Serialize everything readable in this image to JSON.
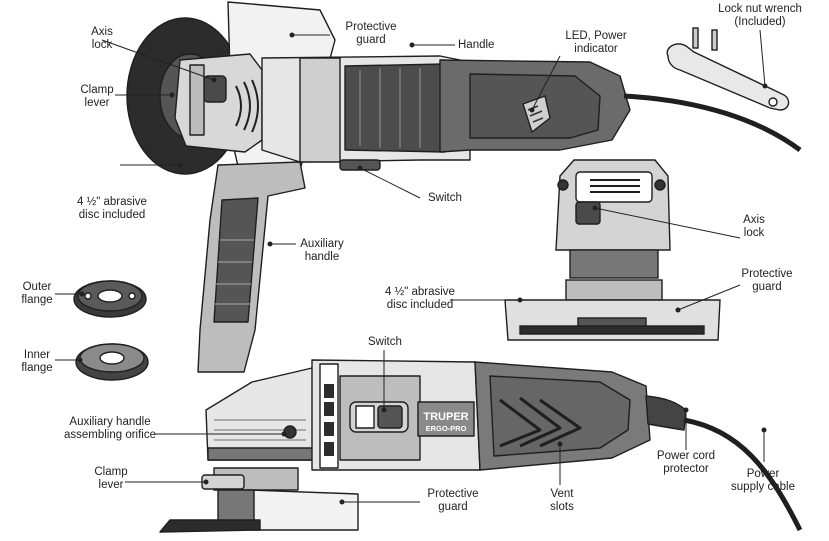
{
  "colors": {
    "line": "#1f1f1f",
    "dark": "#3a3a3a",
    "mid": "#8a8a8a",
    "light": "#d2d2d2",
    "pale": "#ececec",
    "leader": "#222222"
  },
  "brand": {
    "name": "TRUPER",
    "sub": "ERGO-PRO"
  },
  "labels": {
    "axis_lock_top": "Axis\nlock",
    "protective_guard_top": "Protective\nguard",
    "handle": "Handle",
    "led_power": "LED, Power\nindicator",
    "lock_nut_wrench": "Lock nut wrench\n(Included)",
    "clamp_lever_top": "Clamp\nlever",
    "disc_top": "4 ½\" abrasive\ndisc included",
    "switch_top": "Switch",
    "auxiliary_handle": "Auxiliary\nhandle",
    "axis_lock_right": "Axis\nlock",
    "protective_guard_right": "Protective\nguard",
    "disc_right": "4 ½\" abrasive\ndisc included",
    "outer_flange": "Outer\nflange",
    "inner_flange": "Inner\nflange",
    "switch_bottom": "Switch",
    "aux_handle_orifice": "Auxiliary handle\nassembling orifice",
    "clamp_lever_bottom": "Clamp\nlever",
    "protective_guard_bottom": "Protective\nguard",
    "vent_slots": "Vent\nslots",
    "power_cord_protector": "Power cord\nprotector",
    "power_supply_cable": "Power\nsupply cable"
  },
  "icons": [
    "grinder-top-view",
    "grinder-side-view",
    "grinder-front-view",
    "wrench-icon",
    "outer-flange-icon",
    "inner-flange-icon"
  ]
}
